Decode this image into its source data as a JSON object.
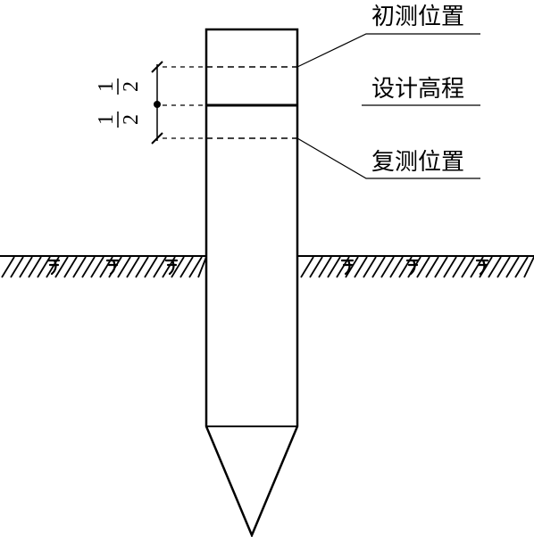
{
  "labels": {
    "initial_position": "初测位置",
    "design_elevation": "设计高程",
    "retest_position": "复测位置"
  },
  "dimension": {
    "upper_numerator": "1",
    "upper_denominator": "2",
    "lower_numerator": "1",
    "lower_denominator": "2"
  },
  "colors": {
    "line": "#000000",
    "background": "#ffffff"
  }
}
